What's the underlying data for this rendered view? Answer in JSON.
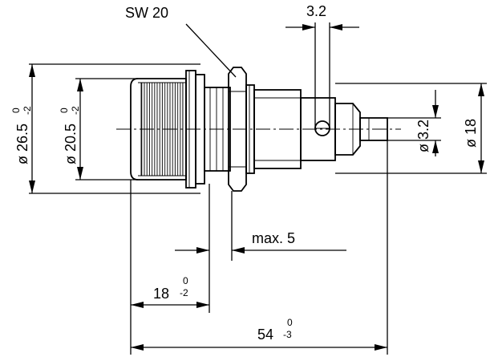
{
  "labels": {
    "wrench_size": "SW 20",
    "pin_hole_diameter": "3.2",
    "outer_flange_diameter": "ø 26.5",
    "outer_flange_tol_upper": "0",
    "outer_flange_tol_lower": "-2",
    "knurled_cap_diameter": "ø 20.5",
    "knurled_cap_tol_upper": "0",
    "knurled_cap_tol_lower": "-2",
    "pin_diameter": "ø 3.2",
    "body_diameter": "ø 18",
    "max_panel": "max. 5",
    "cap_length": "18",
    "cap_length_tol_upper": "0",
    "cap_length_tol_lower": "-2",
    "total_length": "54",
    "total_length_tol_upper": "0",
    "total_length_tol_lower": "-3"
  }
}
